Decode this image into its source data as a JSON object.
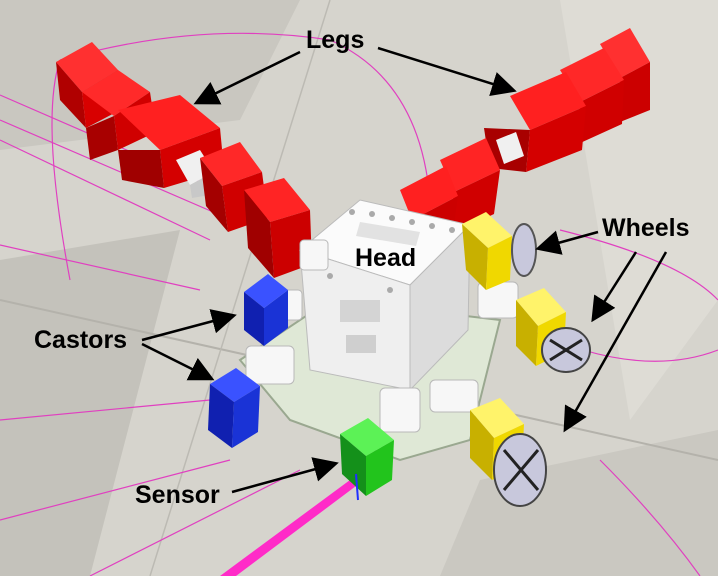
{
  "labels": {
    "legs": "Legs",
    "head": "Head",
    "wheels": "Wheels",
    "castors": "Castors",
    "sensor": "Sensor"
  },
  "colors": {
    "floor_light": "#d9d7d1",
    "floor_dark": "#bdbbb4",
    "leg_red": "#e60000",
    "head_white": "#f4f4f4",
    "wheel_yellow": "#f0d800",
    "castor_blue": "#1a33d6",
    "sensor_green": "#22c41c",
    "wheel_disc": "#c8c8dc",
    "field_magenta": "#e040c0"
  },
  "icons": {
    "robot": "modular-robot-render"
  }
}
